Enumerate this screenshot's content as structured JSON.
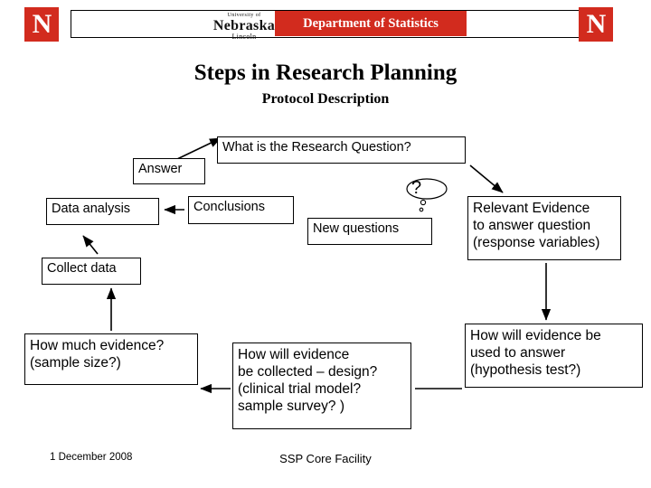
{
  "header": {
    "logo_left": "N",
    "logo_right": "N",
    "wordmark_top": "University of",
    "wordmark_mid": "Nebraska",
    "wordmark_bottom": "Lincoln",
    "department_banner": "Department of Statistics",
    "accent_color": "#d22b1e"
  },
  "titles": {
    "main": "Steps in Research Planning",
    "sub": "Protocol Description"
  },
  "diagram": {
    "question": "What is the Research Question?",
    "answer": "Answer",
    "data_analysis": "Data analysis",
    "conclusions": "Conclusions",
    "new_questions": "New questions",
    "relevant_evidence_l1": "Relevant Evidence",
    "relevant_evidence_l2": "to answer question",
    "relevant_evidence_l3": "(response variables)",
    "collect_data": "Collect data",
    "how_much_l1": "How much evidence?",
    "how_much_l2": "(sample size?)",
    "how_collected_l1": "How will evidence",
    "how_collected_l2": "be collected – design?",
    "how_collected_l3": "(clinical trial model?",
    "how_collected_l4": " sample survey? )",
    "how_used_l1": "How will evidence be",
    "how_used_l2": "used to answer",
    "how_used_l3": "(hypothesis test?)",
    "question_mark": "?"
  },
  "footer": {
    "date": "1 December 2008",
    "center": "SSP Core Facility"
  }
}
